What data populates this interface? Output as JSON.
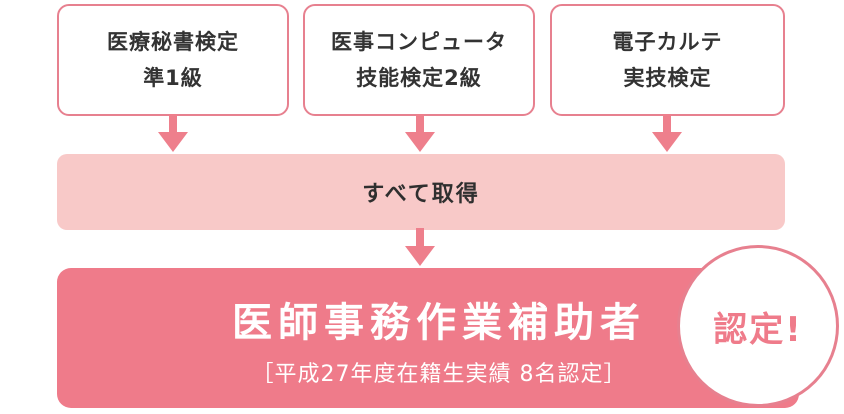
{
  "qualifications": [
    {
      "line1": "医療秘書検定",
      "line2": "準1級"
    },
    {
      "line1": "医事コンピュータ",
      "line2": "技能検定2級"
    },
    {
      "line1": "電子カルテ",
      "line2": "実技検定"
    }
  ],
  "all_acquired": "すべて取得",
  "result": {
    "title": "医師事務作業補助者",
    "subtitle": "［平成27年度在籍生実績 8名認定］",
    "badge": "認定!"
  },
  "colors": {
    "accent": "#ef7b8a",
    "border": "#e7808f",
    "band": "#f8c9c8"
  }
}
